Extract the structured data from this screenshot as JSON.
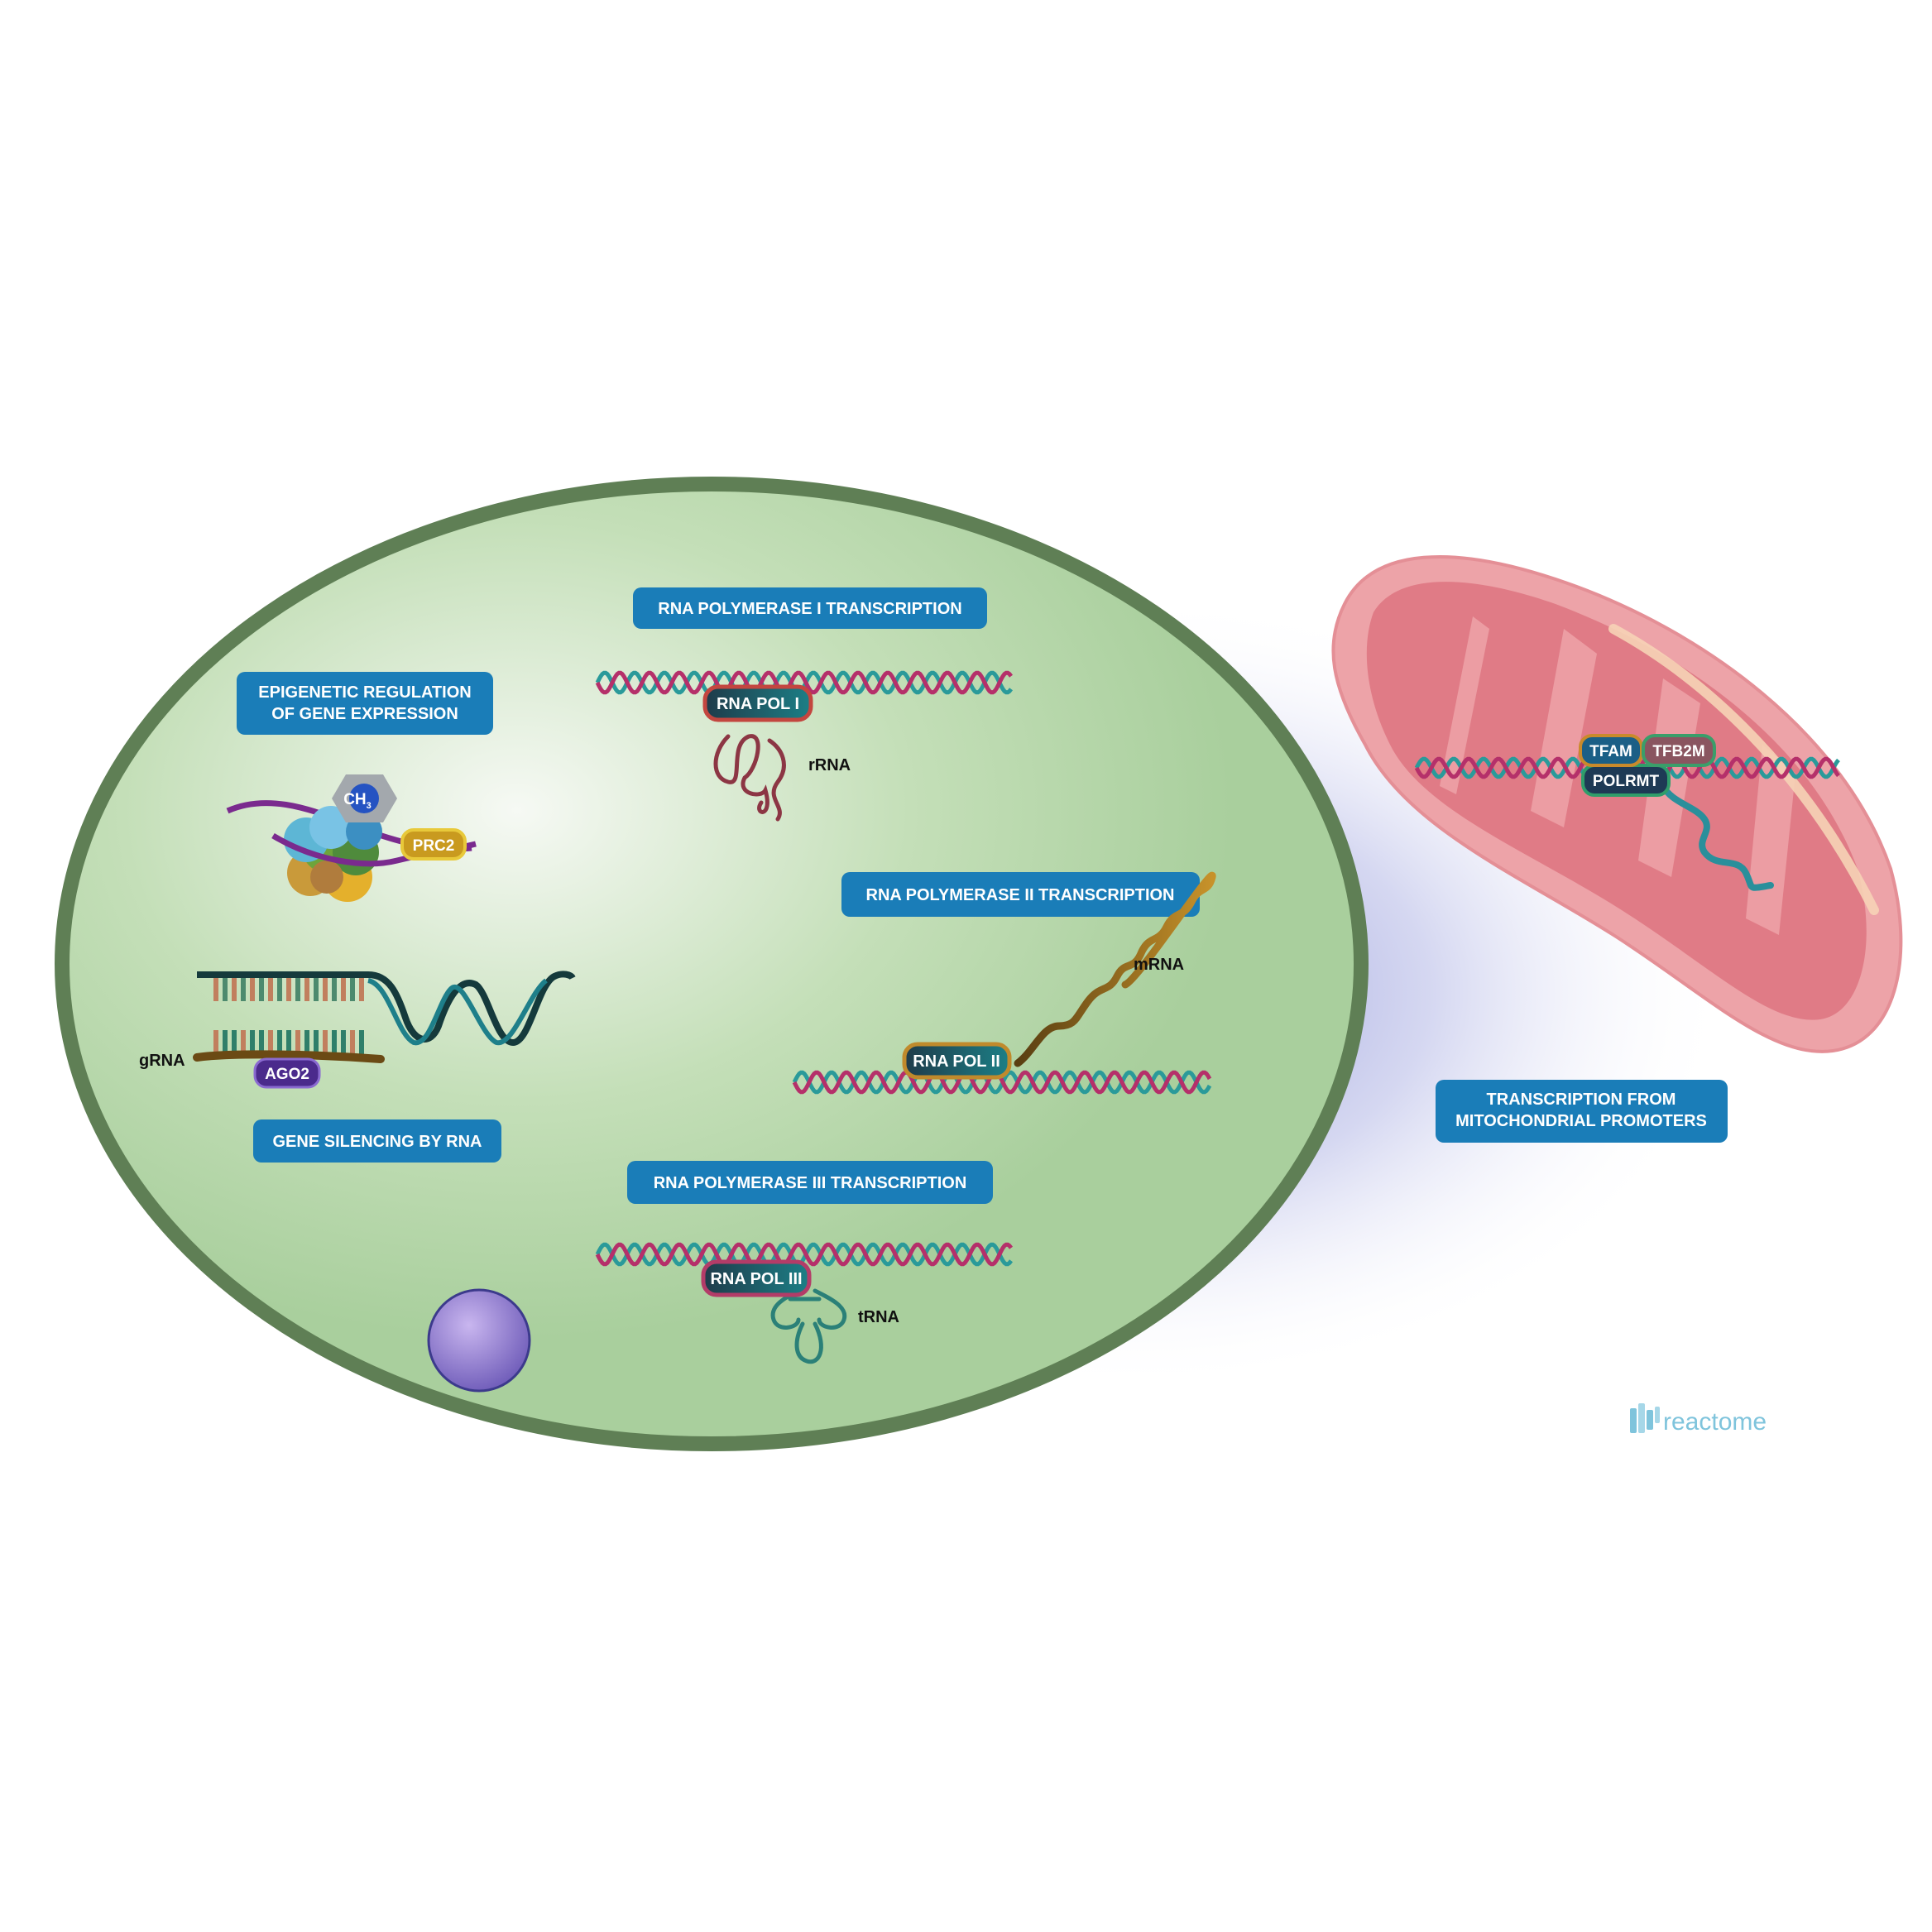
{
  "pathways": {
    "pol1": "RNA POLYMERASE I TRANSCRIPTION",
    "epi_line1": "EPIGENETIC REGULATION",
    "epi_line2": "OF GENE EXPRESSION",
    "pol2": "RNA POLYMERASE II TRANSCRIPTION",
    "silencing": "GENE SILENCING BY RNA",
    "pol3": "RNA POLYMERASE III TRANSCRIPTION",
    "mito_line1": "TRANSCRIPTION FROM",
    "mito_line2": "MITOCHONDRIAL PROMOTERS"
  },
  "proteins": {
    "pol1": "RNA POL I",
    "pol2": "RNA POL II",
    "pol3": "RNA POL III",
    "prc2": "PRC2",
    "ago2": "AGO2",
    "tfam": "TFAM",
    "tfb2m": "TFB2M",
    "polrmt": "POLRMT",
    "ch3": "CH",
    "ch3_sub": "3"
  },
  "molecules": {
    "rrna": "rRNA",
    "mrna": "mRNA",
    "trna": "tRNA",
    "grna": "gRNA"
  },
  "logo": "reactome",
  "colors": {
    "label_box": "#1a7db8",
    "nucleus_fill": "#a9cf9d",
    "nucleus_border": "#5f7f55",
    "mito_outer": "#eda3a8",
    "mito_inner": "#e07b86"
  }
}
